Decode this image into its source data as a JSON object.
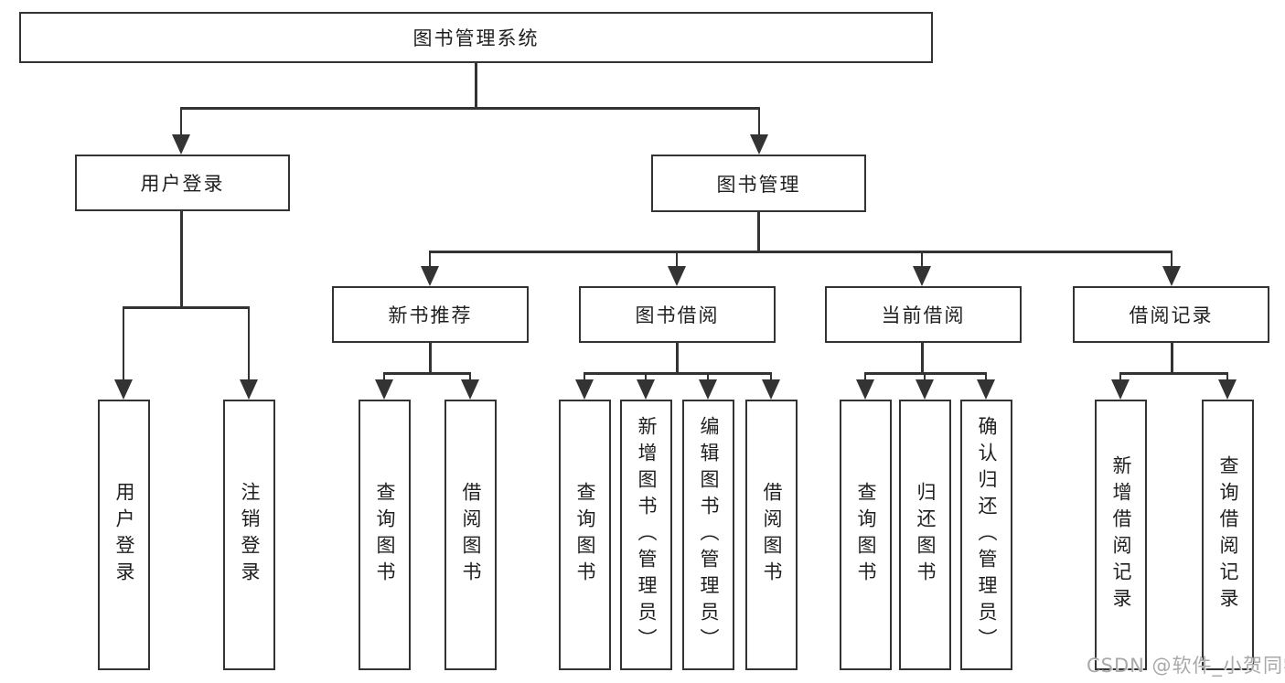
{
  "tree": {
    "root": {
      "label": "图书管理系统"
    },
    "branches": [
      {
        "label": "用户登录",
        "children": [
          {
            "label": "用户登录"
          },
          {
            "label": "注销登录"
          }
        ]
      },
      {
        "label": "图书管理",
        "children": [
          {
            "label": "新书推荐",
            "children": [
              {
                "label": "查询图书"
              },
              {
                "label": "借阅图书"
              }
            ]
          },
          {
            "label": "图书借阅",
            "children": [
              {
                "label": "查询图书"
              },
              {
                "label": "新增图书（管理员）"
              },
              {
                "label": "编辑图书（管理员）"
              },
              {
                "label": "借阅图书"
              }
            ]
          },
          {
            "label": "当前借阅",
            "children": [
              {
                "label": "查询图书"
              },
              {
                "label": "归还图书"
              },
              {
                "label": "确认归还（管理员）"
              }
            ]
          },
          {
            "label": "借阅记录",
            "children": [
              {
                "label": "新增借阅记录"
              },
              {
                "label": "查询借阅记录"
              }
            ]
          }
        ]
      }
    ]
  },
  "watermark": {
    "text": "CSDN @软件_小贺同学"
  },
  "colors": {
    "line": "#333333",
    "text": "#1f1f1f",
    "background": "#ffffff",
    "watermark": "#a9a9a9"
  }
}
